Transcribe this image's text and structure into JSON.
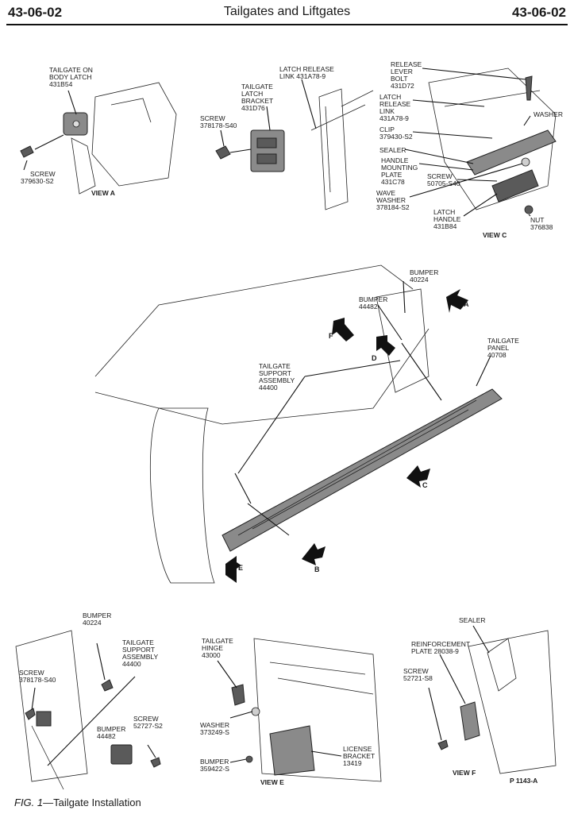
{
  "header": {
    "left_code": "43-06-02",
    "title": "Tailgates and Liftgates",
    "right_code": "43-06-02"
  },
  "figure": {
    "view_a": {
      "label": "VIEW A",
      "callouts": {
        "latch_l1": "TAILGATE ON",
        "latch_l2": "BODY LATCH",
        "latch_l3": "431B54",
        "screw_l1": "SCREW",
        "screw_l2": "379630-S2"
      }
    },
    "top_middle": {
      "callouts": {
        "link_l1": "LATCH RELEASE",
        "link_l2": "LINK 431A78-9",
        "bracket_l1": "TAILGATE",
        "bracket_l2": "LATCH",
        "bracket_l3": "BRACKET",
        "bracket_l4": "431D76",
        "screw_l1": "SCREW",
        "screw_l2": "378178-S40"
      }
    },
    "view_c": {
      "label": "VIEW C",
      "callouts": {
        "rel_l1": "RELEASE",
        "rel_l2": "LEVER",
        "rel_l3": "BOLT",
        "rel_l4": "431D72",
        "link_l1": "LATCH",
        "link_l2": "RELEASE",
        "link_l3": "LINK",
        "link_l4": "431A78-9",
        "clip_l1": "CLIP",
        "clip_l2": "379430-S2",
        "washer": "WASHER",
        "sealer": "SEALER",
        "plate_l1": "HANDLE",
        "plate_l2": "MOUNTING",
        "plate_l3": "PLATE",
        "plate_l4": "431C78",
        "screw_l1": "SCREW",
        "screw_l2": "50705-S40",
        "wave_l1": "WAVE",
        "wave_l2": "WASHER",
        "wave_l3": "378184-S2",
        "handle_l1": "LATCH",
        "handle_l2": "HANDLE",
        "handle_l3": "431B84",
        "nut_l1": "NUT",
        "nut_l2": "376838"
      }
    },
    "main": {
      "callouts": {
        "bumper1_l1": "BUMPER",
        "bumper1_l2": "40224",
        "bumper2_l1": "BUMPER",
        "bumper2_l2": "44482",
        "panel_l1": "TAILGATE",
        "panel_l2": "PANEL",
        "panel_l3": "40708",
        "support_l1": "TAILGATE",
        "support_l2": "SUPPORT",
        "support_l3": "ASSEMBLY",
        "support_l4": "44400"
      },
      "arrows": {
        "a": "A",
        "b": "B",
        "c": "C",
        "d": "D",
        "e": "E",
        "f": "F"
      }
    },
    "view_d": {
      "callouts": {
        "bumper_l1": "BUMPER",
        "bumper_l2": "40224",
        "support_l1": "TAILGATE",
        "support_l2": "SUPPORT",
        "support_l3": "ASSEMBLY",
        "support_l4": "44400",
        "screw1_l1": "SCREW",
        "screw1_l2": "378178-S40",
        "screw2_l1": "SCREW",
        "screw2_l2": "52727-S2",
        "bumper2_l1": "BUMPER",
        "bumper2_l2": "44482"
      }
    },
    "view_e": {
      "label": "VIEW E",
      "callouts": {
        "hinge_l1": "TAILGATE",
        "hinge_l2": "HINGE",
        "hinge_l3": "43000",
        "washer_l1": "WASHER",
        "washer_l2": "373249-S",
        "bumper_l1": "BUMPER",
        "bumper_l2": "359422-S",
        "license_l1": "LICENSE",
        "license_l2": "BRACKET",
        "license_l3": "13419"
      }
    },
    "view_f": {
      "label": "VIEW F",
      "callouts": {
        "sealer": "SEALER",
        "reinf_l1": "REINFORCEMENT",
        "reinf_l2": "PLATE 28038-9",
        "screw_l1": "SCREW",
        "screw_l2": "52721-S8"
      },
      "plate_code": "P 1143-A"
    }
  },
  "caption": {
    "fig": "FIG. 1",
    "text": "—Tailgate Installation"
  }
}
